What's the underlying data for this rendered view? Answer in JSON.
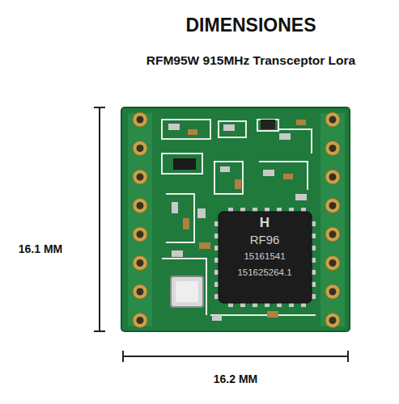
{
  "diagram": {
    "title": "DIMENSIONES",
    "labels": [
      "RFM95W 915MHz Transceptor Lora",
      "16.1 MM",
      "16.2 MM",
      "H",
      "RF96",
      "15161541",
      "151625264.1"
    ]
  }
}
